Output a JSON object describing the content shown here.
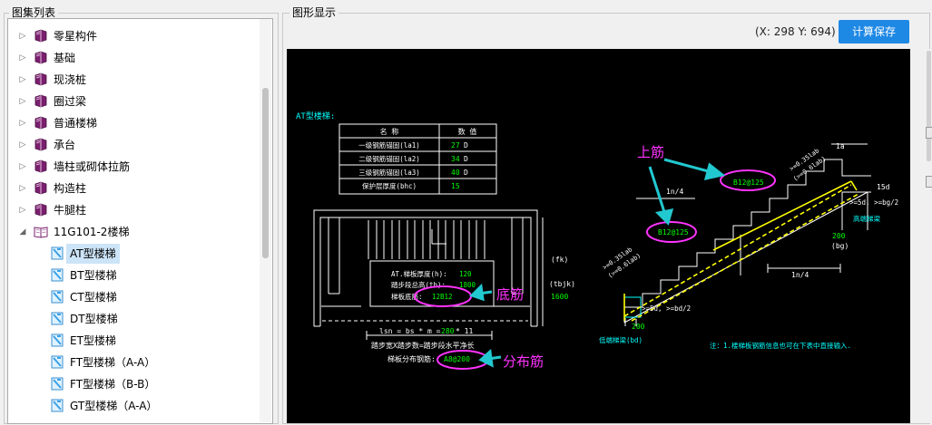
{
  "left_panel": {
    "title": "图集列表",
    "tree": [
      {
        "label": "零星构件",
        "level": 0,
        "expanded": false,
        "icon": "book-icon"
      },
      {
        "label": "基础",
        "level": 0,
        "expanded": false,
        "icon": "book-icon"
      },
      {
        "label": "现浇桩",
        "level": 0,
        "expanded": false,
        "icon": "book-icon"
      },
      {
        "label": "圈过梁",
        "level": 0,
        "expanded": false,
        "icon": "book-icon"
      },
      {
        "label": "普通楼梯",
        "level": 0,
        "expanded": false,
        "icon": "book-icon"
      },
      {
        "label": "承台",
        "level": 0,
        "expanded": false,
        "icon": "book-icon"
      },
      {
        "label": "墙柱或砌体拉筋",
        "level": 0,
        "expanded": false,
        "icon": "book-icon"
      },
      {
        "label": "构造柱",
        "level": 0,
        "expanded": false,
        "icon": "book-icon"
      },
      {
        "label": "牛腿柱",
        "level": 0,
        "expanded": false,
        "icon": "book-icon"
      },
      {
        "label": "11G101-2楼梯",
        "level": 0,
        "expanded": true,
        "icon": "open-book-icon"
      },
      {
        "label": "AT型楼梯",
        "level": 1,
        "selected": true,
        "icon": "document-icon"
      },
      {
        "label": "BT型楼梯",
        "level": 1,
        "icon": "document-icon"
      },
      {
        "label": "CT型楼梯",
        "level": 1,
        "icon": "document-icon"
      },
      {
        "label": "DT型楼梯",
        "level": 1,
        "icon": "document-icon"
      },
      {
        "label": "ET型楼梯",
        "level": 1,
        "icon": "document-icon"
      },
      {
        "label": "FT型楼梯（A-A）",
        "level": 1,
        "icon": "document-icon"
      },
      {
        "label": "FT型楼梯（B-B）",
        "level": 1,
        "icon": "document-icon"
      },
      {
        "label": "GT型楼梯（A-A）",
        "level": 1,
        "icon": "document-icon"
      }
    ]
  },
  "right_panel": {
    "title": "图形显示",
    "coords": "(X: 298 Y: 694)",
    "save_button": "计算保存"
  },
  "drawing": {
    "section_title": "AT型楼梯:",
    "table": {
      "headers": [
        "名 称",
        "数 值"
      ],
      "rows": [
        {
          "name": "一级钢筋锚固(la1)",
          "value": "27",
          "unit": "D"
        },
        {
          "name": "二级钢筋锚固(la2)",
          "value": "34",
          "unit": "D"
        },
        {
          "name": "三级钢筋锚固(la3)",
          "value": "40",
          "unit": "D"
        },
        {
          "name": "保护层厚度(bhc)",
          "value": "15",
          "unit": ""
        }
      ]
    },
    "plan": {
      "thickness_label": "AT.梯板厚度(h):",
      "thickness_value": "120",
      "step_total_label": "踏步段总高(th):",
      "step_total_value": "1800",
      "bottom_rebar_label": "梯板底筋:",
      "bottom_rebar_value": "12B12",
      "fk": "(fk)",
      "tbjk": "(tbjk)",
      "tbjk_value": "1600",
      "dim_lsn_prefix": "lsn = bs * m =",
      "dim_lsn_value": "280",
      "dim_lsn_suffix": "* 11",
      "tread_formula": "踏步宽X踏步数=踏步段水平净长",
      "dist_rebar_label": "梯板分布钢筋:",
      "dist_rebar_value": "A8@200"
    },
    "section": {
      "top_rebar_1": "B12@125",
      "top_rebar_2": "B12@125",
      "la": "1a",
      "ln4_top": "1n/4",
      "ln4_bottom": "1n/4",
      "d15": "15d",
      "bd2_right": ">=5d, >=bg/2",
      "high_beam": "高端梯梁",
      "bg_value": "200",
      "bg": "(bg)",
      "low_beam": "低端梯梁(bd)",
      "bd2_left": ">=5d, >=bd/2",
      "bd_value": "200",
      "left_la": ">=0.35lab",
      "left_la2": "(>=0.6lab)",
      "right_la": ">=0.35lab",
      "right_la2": "(>=0.6lab)",
      "note": "注：1.楼梯板钢筋信息也可在下表中直接输入."
    },
    "annotations": {
      "top_rebar": "上筋",
      "bottom_rebar": "底筋",
      "dist_rebar": "分布筋"
    }
  },
  "colors": {
    "selection": "#cce4f7",
    "button": "#1e88e5",
    "cad_bg": "#000000",
    "cad_text_cyan": "#00ffff",
    "cad_text_green": "#00ff00",
    "cad_rebar_yellow": "#ffff00",
    "annotation_magenta": "#ff33ff",
    "arrow_cyan": "#22c8d0"
  }
}
